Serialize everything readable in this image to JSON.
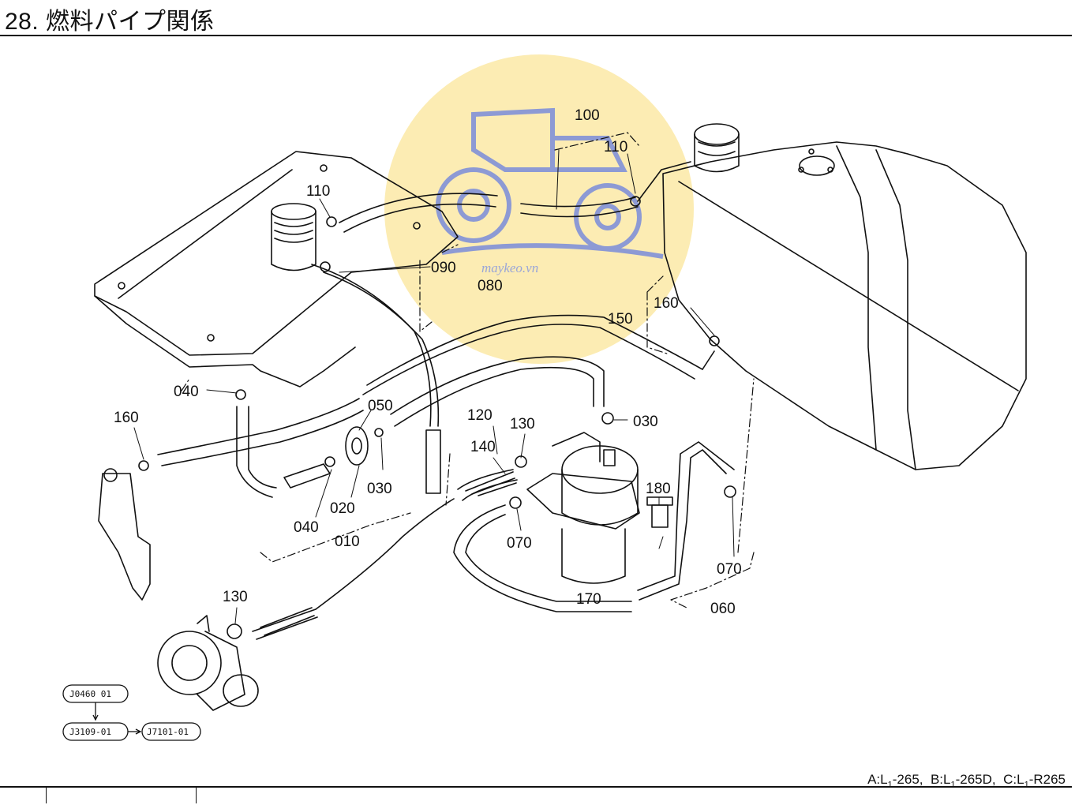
{
  "page_title": "28. 燃料パイプ関係",
  "watermark": "maykeo.vn",
  "model_note": {
    "a": "A:L",
    "a_sub": "1",
    "a_rest": "-265,",
    "b": "B:L",
    "b_sub": "1",
    "b_rest": "-265D,",
    "c": "C:L",
    "c_sub": "1",
    "c_rest": "-R265"
  },
  "labels": {
    "p100": "100",
    "p110_top": "110",
    "p110_left": "110",
    "p090": "090",
    "p080": "080",
    "p160_right": "160",
    "p150": "150",
    "p040_top": "040",
    "p160_left": "160",
    "p050": "050",
    "p120": "120",
    "p130_top": "130",
    "p030_right": "030",
    "p140": "140",
    "p180": "180",
    "p020": "020",
    "p030_mid": "030",
    "p040_bottom": "040",
    "p010": "010",
    "p070_left": "070",
    "p070_right": "070",
    "p170": "170",
    "p060": "060",
    "p130_bottom": "130"
  },
  "refs": {
    "r1": "J0460 01",
    "r2": "J3109-01",
    "r3": "J7101-01"
  },
  "colors": {
    "watermark_bg": "#fbe9a6",
    "watermark_logo": "#8d9ad4",
    "ink": "#111111"
  }
}
